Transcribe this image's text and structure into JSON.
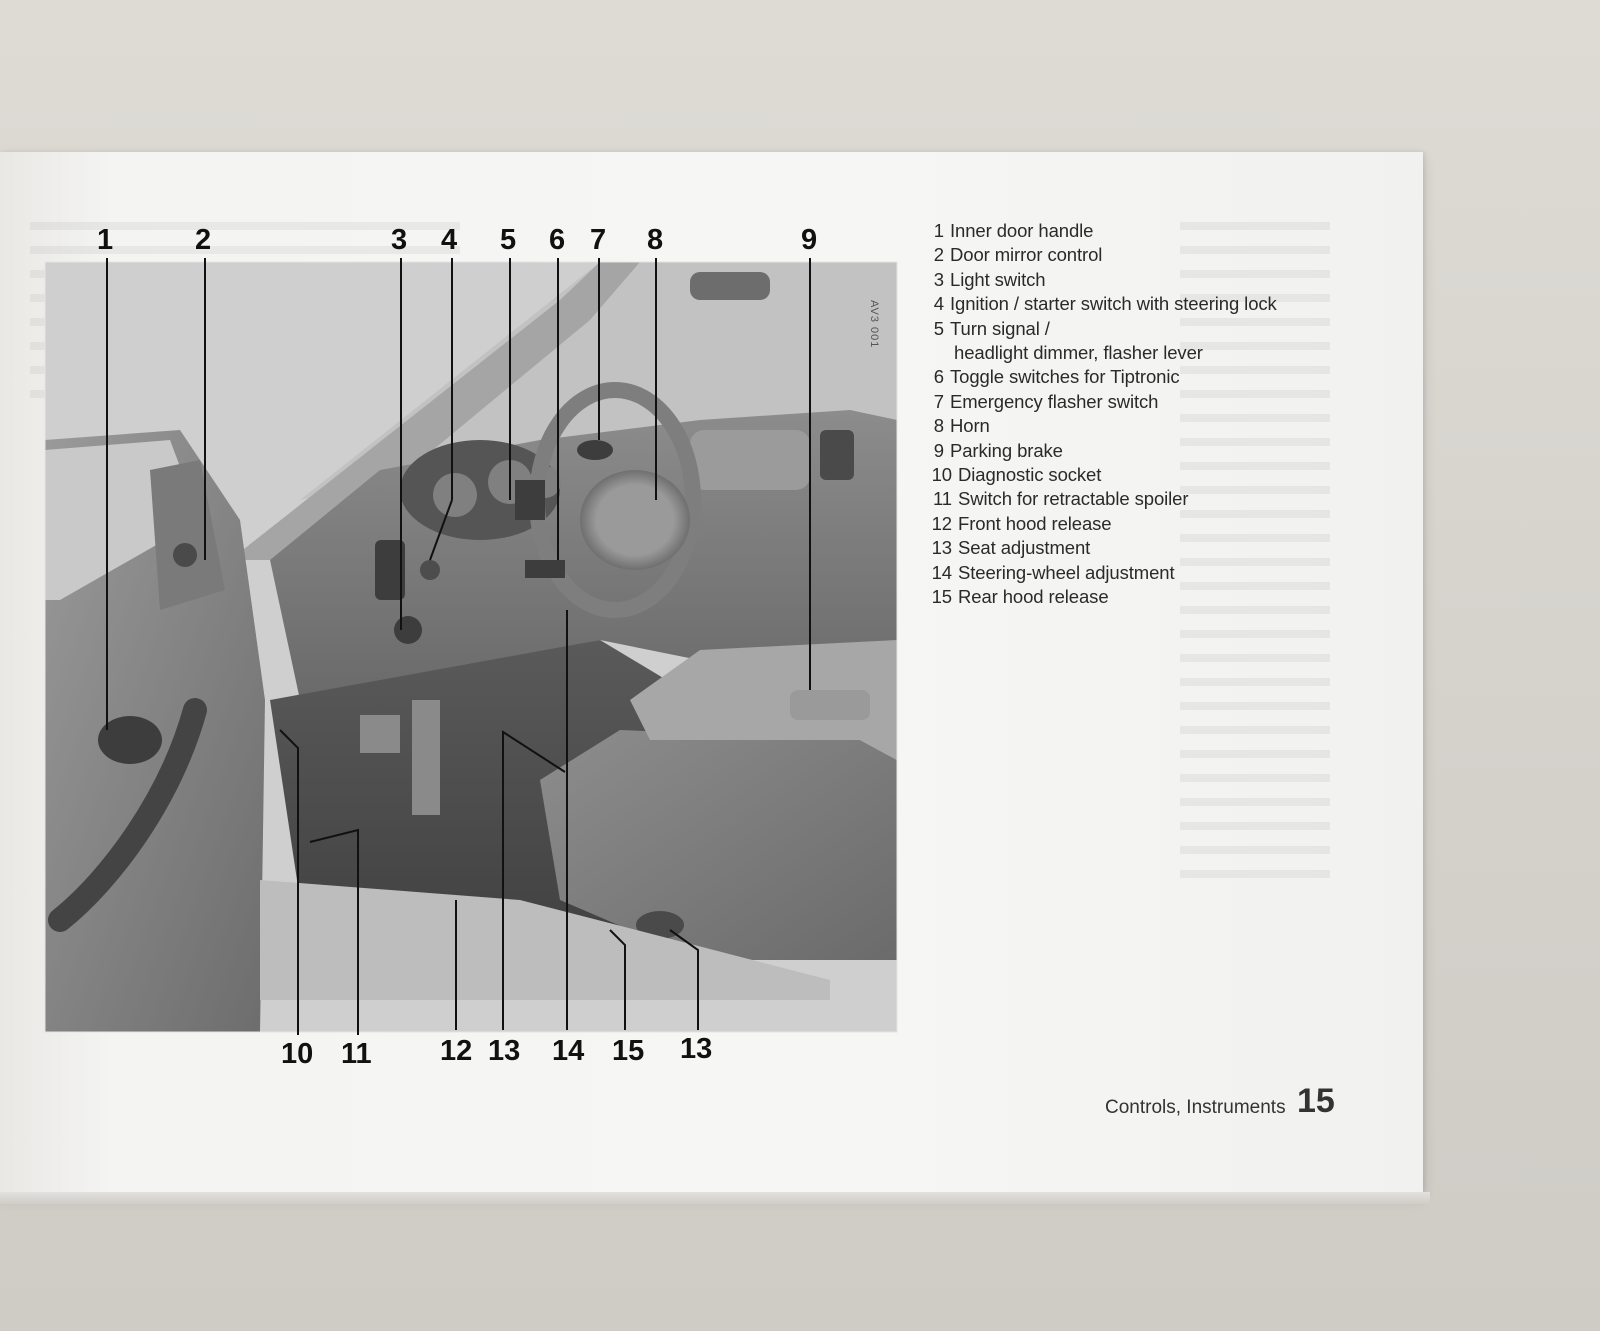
{
  "figure": {
    "code": "AV3 001",
    "callouts_top": [
      "1",
      "2",
      "3",
      "4",
      "5",
      "6",
      "7",
      "8",
      "9"
    ],
    "callouts_bottom": [
      "10",
      "11",
      "12",
      "13",
      "14",
      "15",
      "13"
    ]
  },
  "legend": [
    {
      "num": "1",
      "text": "Inner door handle"
    },
    {
      "num": "2",
      "text": "Door mirror control"
    },
    {
      "num": "3",
      "text": "Light switch"
    },
    {
      "num": "4",
      "text": "Ignition / starter switch with steering lock"
    },
    {
      "num": "5",
      "text": "Turn signal /",
      "continuation": "headlight dimmer, flasher lever"
    },
    {
      "num": "6",
      "text": "Toggle switches for Tiptronic"
    },
    {
      "num": "7",
      "text": "Emergency flasher switch"
    },
    {
      "num": "8",
      "text": "Horn"
    },
    {
      "num": "9",
      "text": "Parking brake"
    },
    {
      "num": "10",
      "text": "Diagnostic socket"
    },
    {
      "num": "11",
      "text": "Switch for retractable spoiler"
    },
    {
      "num": "12",
      "text": "Front hood release"
    },
    {
      "num": "13",
      "text": "Seat adjustment"
    },
    {
      "num": "14",
      "text": "Steering-wheel adjustment"
    },
    {
      "num": "15",
      "text": "Rear hood release"
    }
  ],
  "footer": {
    "section": "Controls, Instruments",
    "page_number": "15"
  }
}
